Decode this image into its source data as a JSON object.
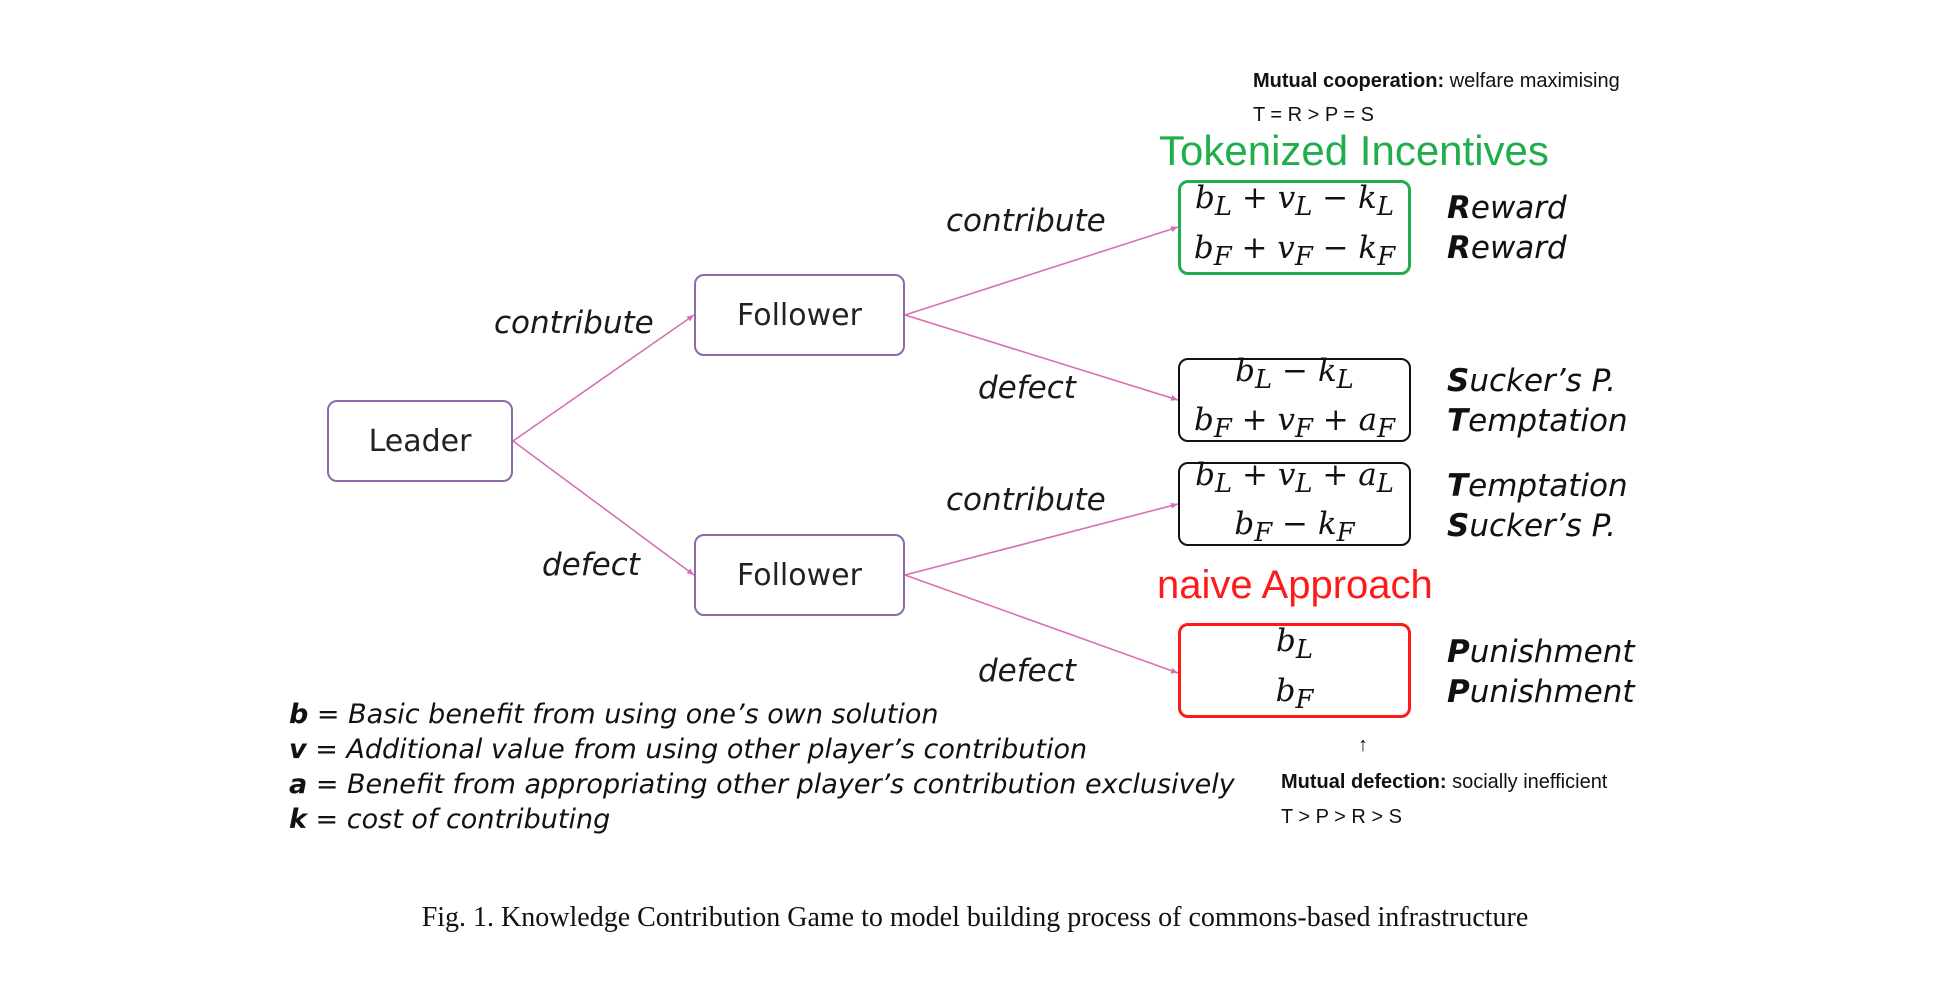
{
  "nodes": {
    "leader": "Leader",
    "follower_top": "Follower",
    "follower_bottom": "Follower"
  },
  "edges": {
    "leader_contribute": "contribute",
    "leader_defect": "defect",
    "ft_contribute": "contribute",
    "ft_defect": "defect",
    "fb_contribute": "contribute",
    "fb_defect": "defect"
  },
  "notes": {
    "mutual_coop_label": "Mutual cooperation:",
    "mutual_coop_text": " welfare maximising",
    "mutual_coop_order": "T = R > P = S",
    "mutual_def_label": "Mutual defection:",
    "mutual_def_text": " socially inefficient",
    "mutual_def_order": "T > P > R > S",
    "arrow_up": "↑"
  },
  "sections": {
    "tokenized": "Tokenized Incentives",
    "naive": "naive Approach"
  },
  "payoffs": [
    {
      "l1": "b",
      "s1": "L",
      "r1": " + v",
      "s2": "L",
      "r2": " − k",
      "s3": "L",
      "l2": "b",
      "t1": "F",
      "q1": " + v",
      "t2": "F",
      "q2": " − k",
      "t3": "F"
    },
    {
      "l1": "b",
      "s1": "L",
      "r1": " − k",
      "s2": "L",
      "l2": "b",
      "t1": "F",
      "q1": " + v",
      "t2": "F",
      "q2": " + a",
      "t3": "F"
    },
    {
      "l1": "b",
      "s1": "L",
      "r1": " + v",
      "s2": "L",
      "r2": " + a",
      "s3": "L",
      "l2": "b",
      "t1": "F",
      "q1": " − k",
      "t2": "F"
    },
    {
      "l1": "b",
      "s1": "L",
      "l2": "b",
      "t1": "F"
    }
  ],
  "outcomes": [
    {
      "a_init": "R",
      "a_rest": "eward",
      "b_init": "R",
      "b_rest": "eward"
    },
    {
      "a_init": "S",
      "a_rest": "ucker’s P.",
      "b_init": "T",
      "b_rest": "emptation"
    },
    {
      "a_init": "T",
      "a_rest": "emptation",
      "b_init": "S",
      "b_rest": "ucker’s P."
    },
    {
      "a_init": "P",
      "a_rest": "unishment",
      "b_init": "P",
      "b_rest": "unishment"
    }
  ],
  "legend": [
    {
      "sym": "b",
      "text": " = Basic benefit from using one’s own solution"
    },
    {
      "sym": "v",
      "text": " = Additional value from using other player’s contribution"
    },
    {
      "sym": "a",
      "text": " = Benefit from appropriating other player’s contribution exclusively"
    },
    {
      "sym": "k",
      "text": " = cost of contributing"
    }
  ],
  "caption": "Fig. 1.  Knowledge Contribution Game to model building process of commons-based infrastructure",
  "colors": {
    "edge": "#d86fb4",
    "node_border": "#8a6aa8",
    "green": "#1fae4b",
    "red": "#ff1a1a"
  }
}
